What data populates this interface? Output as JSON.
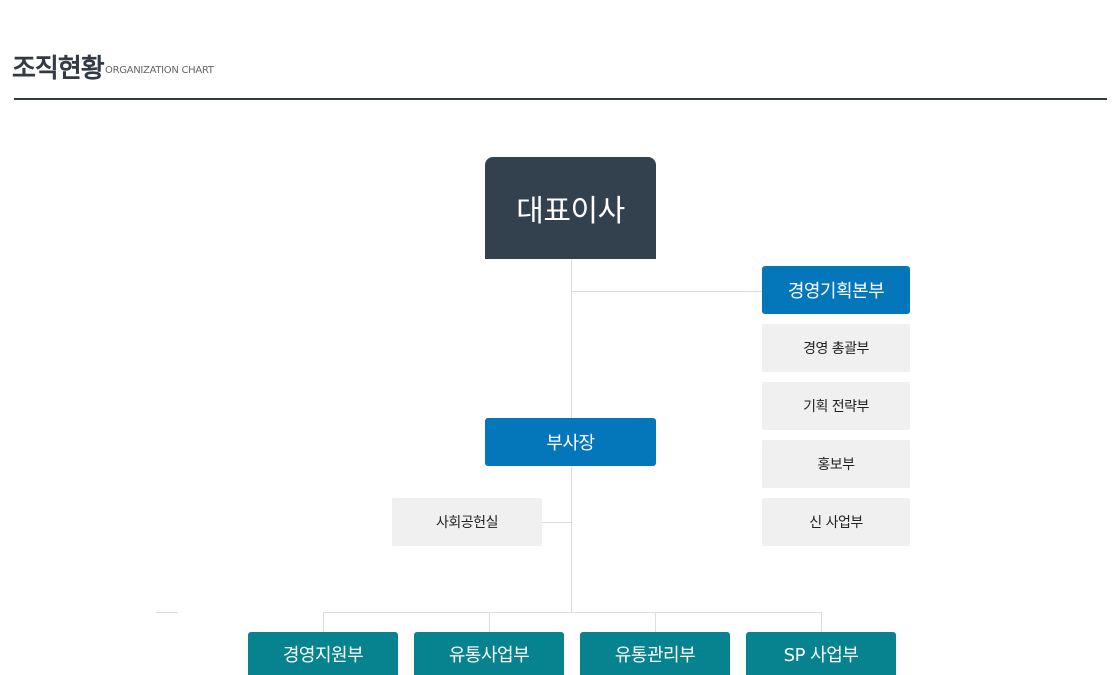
{
  "header": {
    "title": "조직현황",
    "subtitle": "ORGANIZATION CHART"
  },
  "org": {
    "ceo": "대표이사",
    "planning_division": "경영기획본부",
    "planning_departments": [
      "경영 총괄부",
      "기획 전략부",
      "홍보부",
      "신 사업부"
    ],
    "vice_president": "부사장",
    "social_contribution": "사회공헌실",
    "divisions": [
      "경영지원부",
      "유통사업부",
      "유통관리부",
      "SP 사업부"
    ]
  },
  "colors": {
    "ceo": "#33414f",
    "primary_blue": "#0477ba",
    "teal": "#07828f",
    "sub_gray": "#f0f0f0",
    "connector": "#dddddd",
    "title_text": "#333a44"
  }
}
